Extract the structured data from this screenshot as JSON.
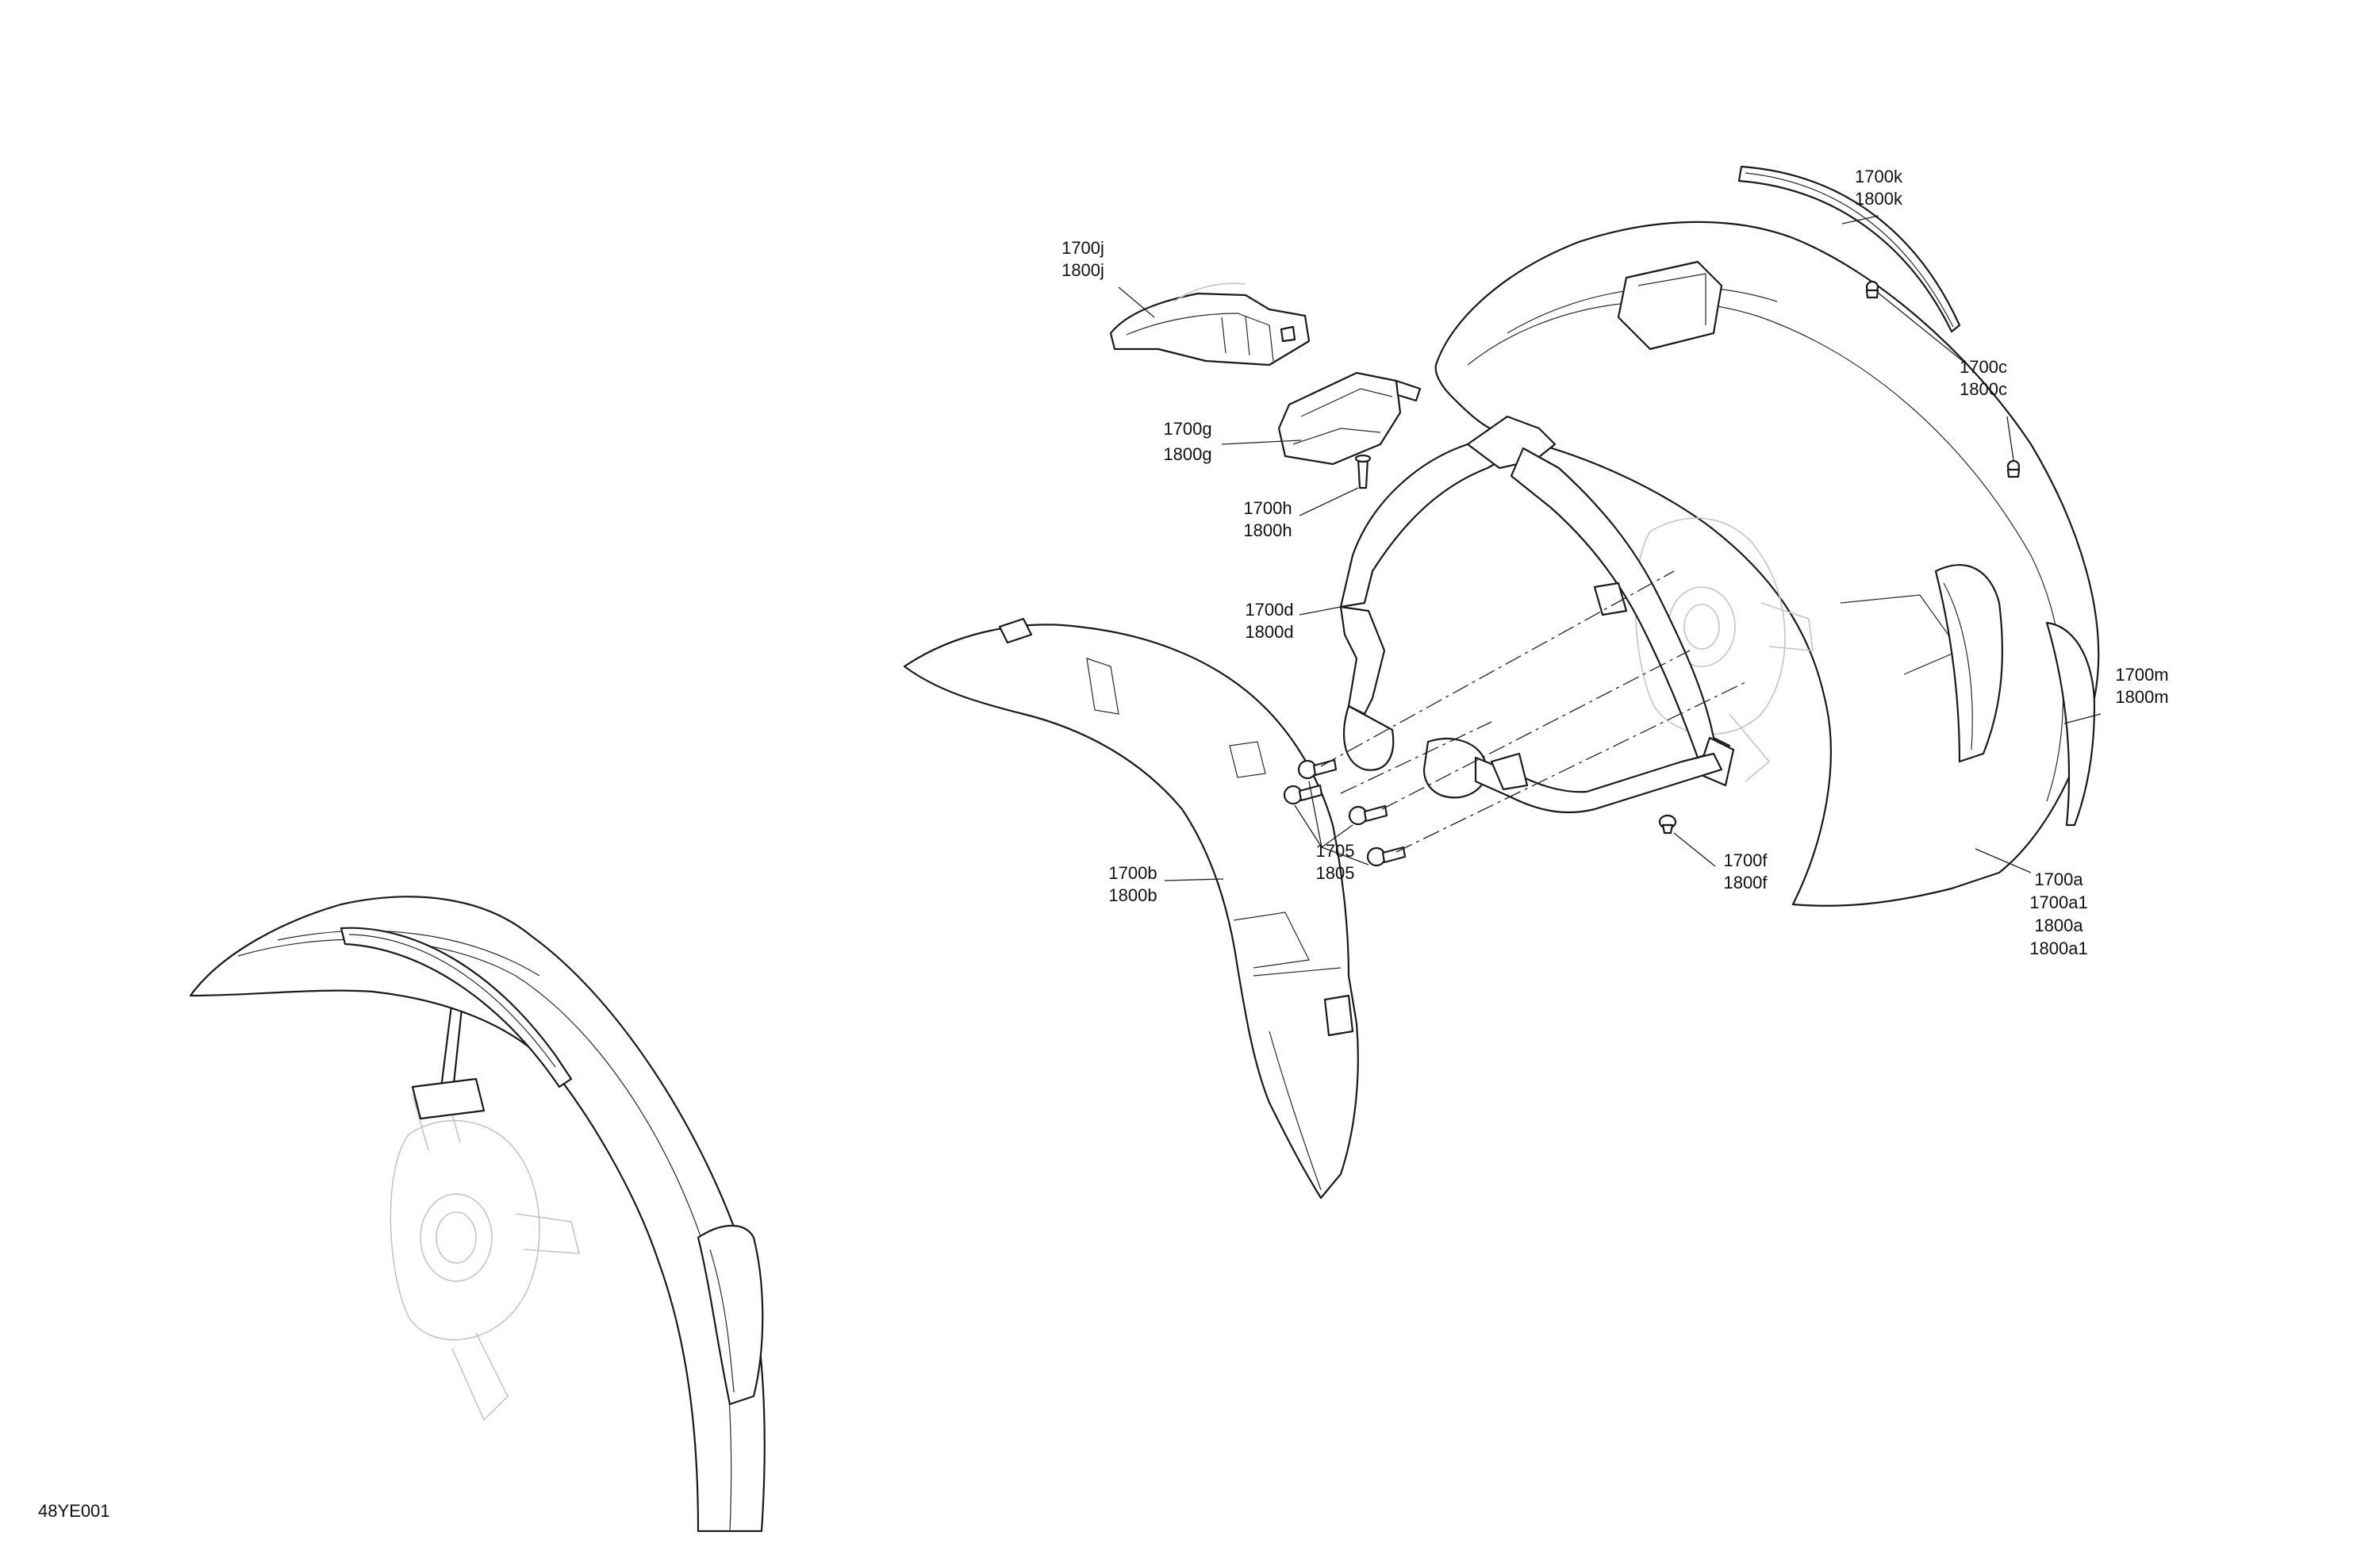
{
  "drawing_id": "48YE001",
  "callouts": {
    "k": [
      "1700k",
      "1800k"
    ],
    "j": [
      "1700j",
      "1800j"
    ],
    "g": [
      "1700g",
      "1800g"
    ],
    "h": [
      "1700h",
      "1800h"
    ],
    "c": [
      "1700c",
      "1800c"
    ],
    "d": [
      "1700d",
      "1800d"
    ],
    "m": [
      "1700m",
      "1800m"
    ],
    "b": [
      "1700b",
      "1800b"
    ],
    "hw": [
      "1705",
      "1805"
    ],
    "f": [
      "1700f",
      "1800f"
    ],
    "a": [
      "1700a",
      "1700a1",
      "1800a",
      "1800a1"
    ]
  }
}
